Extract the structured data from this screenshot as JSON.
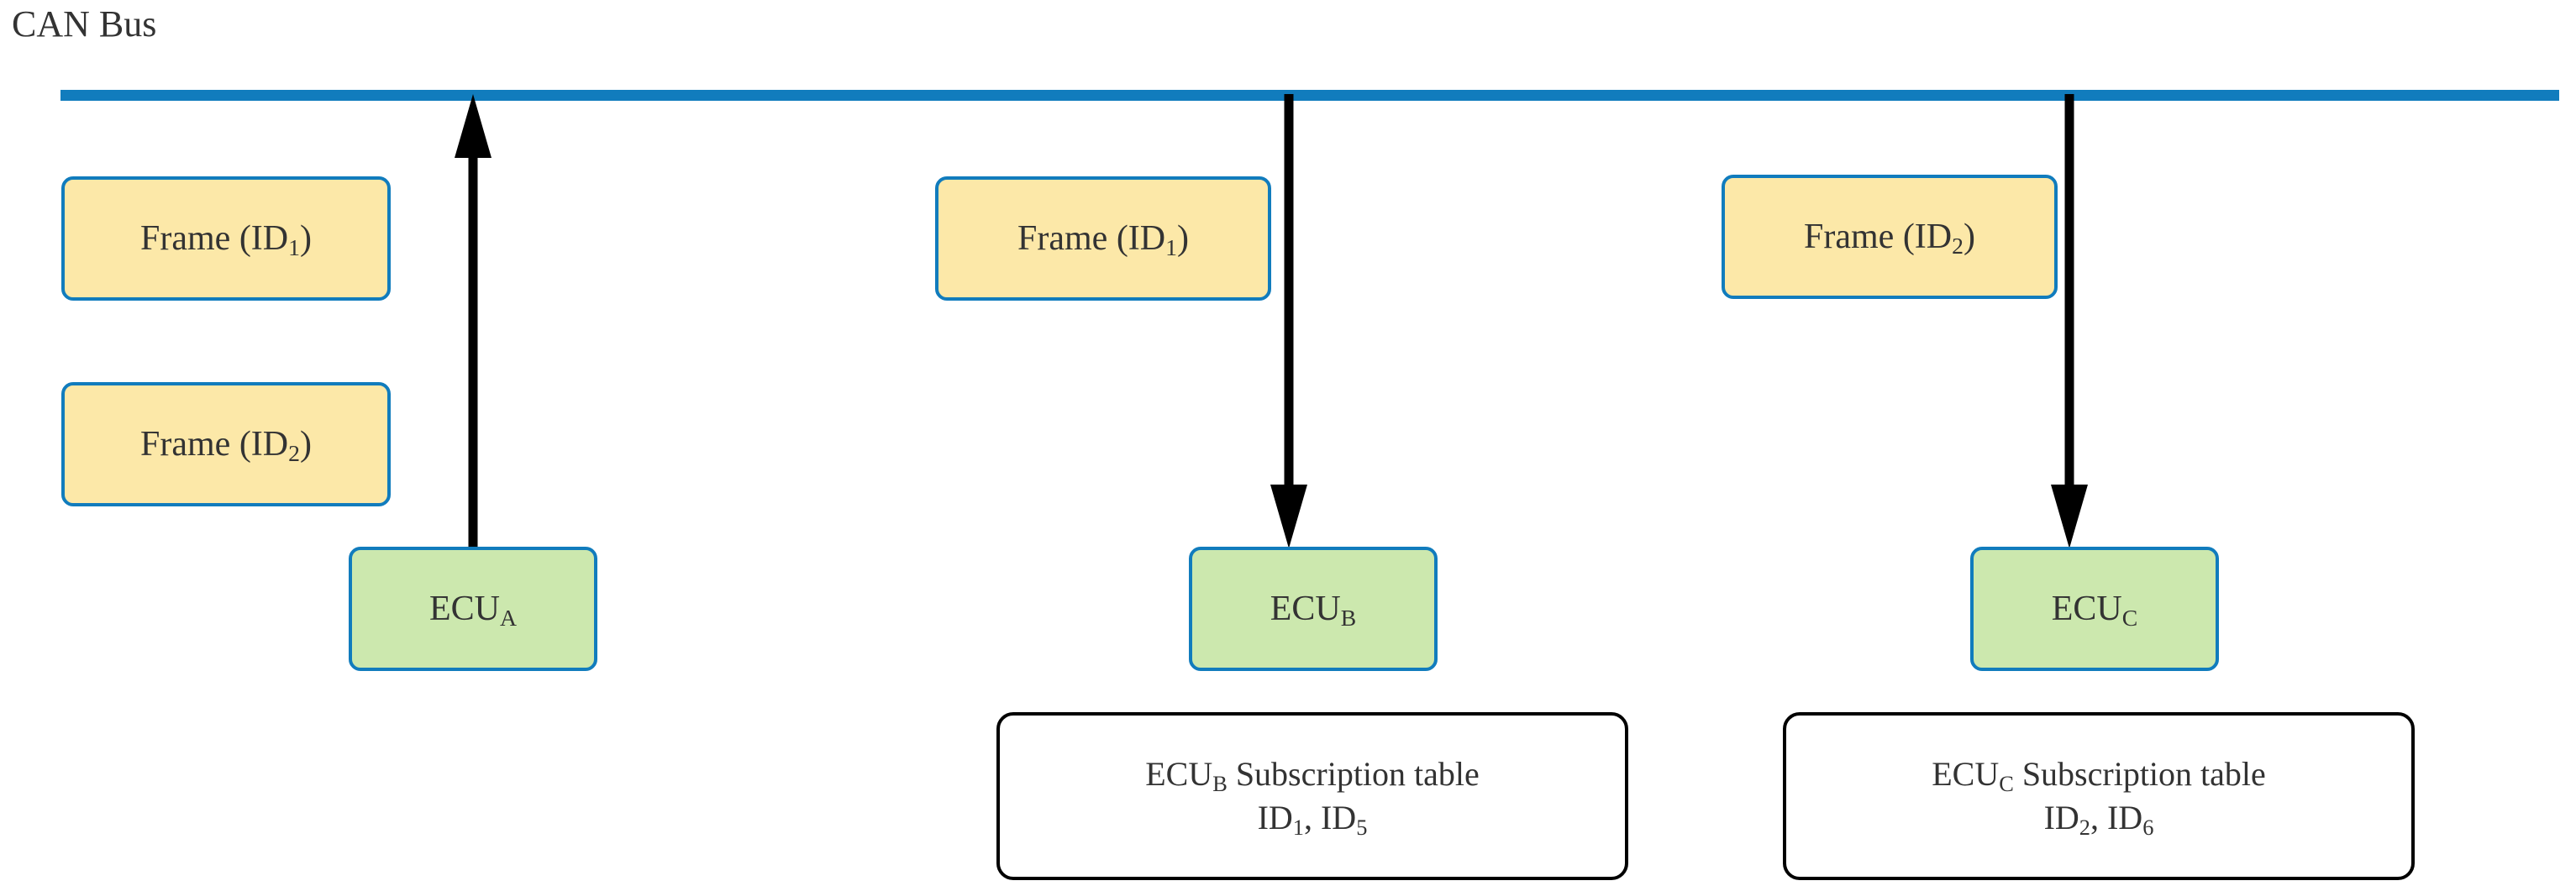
{
  "title": "CAN Bus",
  "colors": {
    "bus": "#117CBD",
    "frame_fill": "#FCE8A8",
    "frame_border": "#117CBD",
    "ecu_fill": "#CCE8AE",
    "ecu_border": "#117CBD",
    "table_border": "#000000",
    "table_fill": "#FFFFFF",
    "arrow": "#000000",
    "text": "#333333"
  },
  "bus": {
    "label": "CAN Bus"
  },
  "frames": [
    {
      "id": "frame-id1-left",
      "prefix": "Frame (ID",
      "sub": "1",
      "suffix": ")"
    },
    {
      "id": "frame-id2-left",
      "prefix": "Frame (ID",
      "sub": "2",
      "suffix": ")"
    },
    {
      "id": "frame-id1-mid",
      "prefix": "Frame (ID",
      "sub": "1",
      "suffix": ")"
    },
    {
      "id": "frame-id2-right",
      "prefix": "Frame (ID",
      "sub": "2",
      "suffix": ")"
    }
  ],
  "ecus": [
    {
      "id": "ecu-a",
      "prefix": "ECU",
      "sub": "A",
      "direction": "transmit"
    },
    {
      "id": "ecu-b",
      "prefix": "ECU",
      "sub": "B",
      "direction": "receive"
    },
    {
      "id": "ecu-c",
      "prefix": "ECU",
      "sub": "C",
      "direction": "receive"
    }
  ],
  "subscription_tables": [
    {
      "id": "ecu-b-subscription-table",
      "title_prefix": "ECU",
      "title_sub": "B",
      "title_suffix": " Subscription table",
      "ids_line": [
        {
          "prefix": "ID",
          "sub": "1"
        },
        {
          "prefix": "ID",
          "sub": "5"
        }
      ],
      "ids_text": "ID1, ID5"
    },
    {
      "id": "ecu-c-subscription-table",
      "title_prefix": "ECU",
      "title_sub": "C",
      "title_suffix": " Subscription table",
      "ids_line": [
        {
          "prefix": "ID",
          "sub": "2"
        },
        {
          "prefix": "ID",
          "sub": "6"
        }
      ],
      "ids_text": "ID2, ID6"
    }
  ],
  "arrows": [
    {
      "id": "arrow-ecu-a-to-bus",
      "direction": "up"
    },
    {
      "id": "arrow-bus-to-ecu-b",
      "direction": "down"
    },
    {
      "id": "arrow-bus-to-ecu-c",
      "direction": "down"
    }
  ]
}
